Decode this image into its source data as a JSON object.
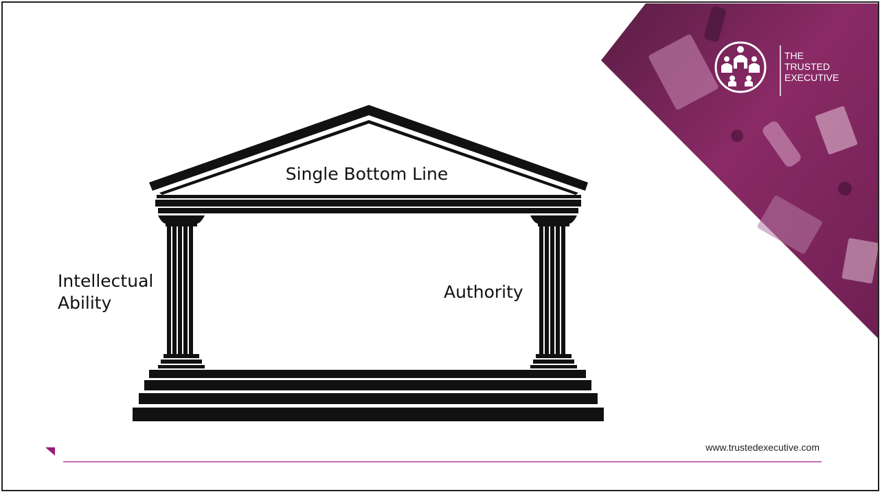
{
  "slide": {
    "pediment_label": "Single Bottom Line",
    "left_pillar_label_line1": "Intellectual",
    "left_pillar_label_line2": "Ability",
    "right_pillar_label": "Authority",
    "website": "www.trustedexecutive.com"
  },
  "brand": {
    "line1": "THE",
    "line2": "TRUSTED",
    "line3": "EXECUTIVE"
  },
  "colors": {
    "accent": "#9b1a7a",
    "photo_overlay": "#7a1f5a",
    "structure": "#111111"
  }
}
